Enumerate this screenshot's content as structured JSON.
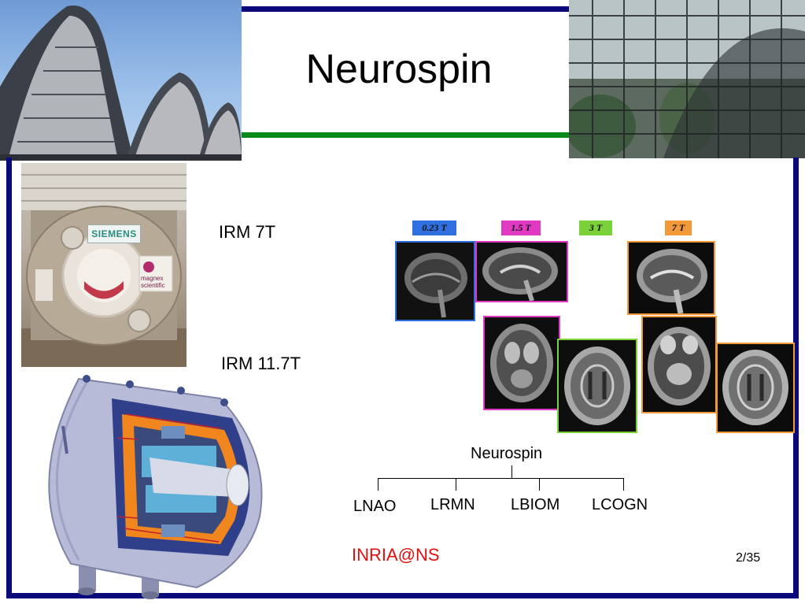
{
  "slide": {
    "title": "Neurospin",
    "page_number": "2/35"
  },
  "magnet_labels": {
    "irm_7t": "IRM 7T",
    "irm_11_7t": "IRM 11.7T"
  },
  "scanner_photo": {
    "logo_text": "SIEMENS",
    "badge_text": [
      "magnex",
      "scientific"
    ]
  },
  "field_strength_tags": [
    {
      "label": "0.23 T",
      "color": "#2f6fe0"
    },
    {
      "label": "1.5 T",
      "color": "#e03ac2"
    },
    {
      "label": "3 T",
      "color": "#7bd13a"
    },
    {
      "label": "7 T",
      "color": "#f29a3a"
    }
  ],
  "org_chart": {
    "root": "Neurospin",
    "children": [
      "LNAO",
      "LRMN",
      "LBIOM",
      "LCOGN"
    ]
  },
  "footer_label": "INRIA@NS"
}
